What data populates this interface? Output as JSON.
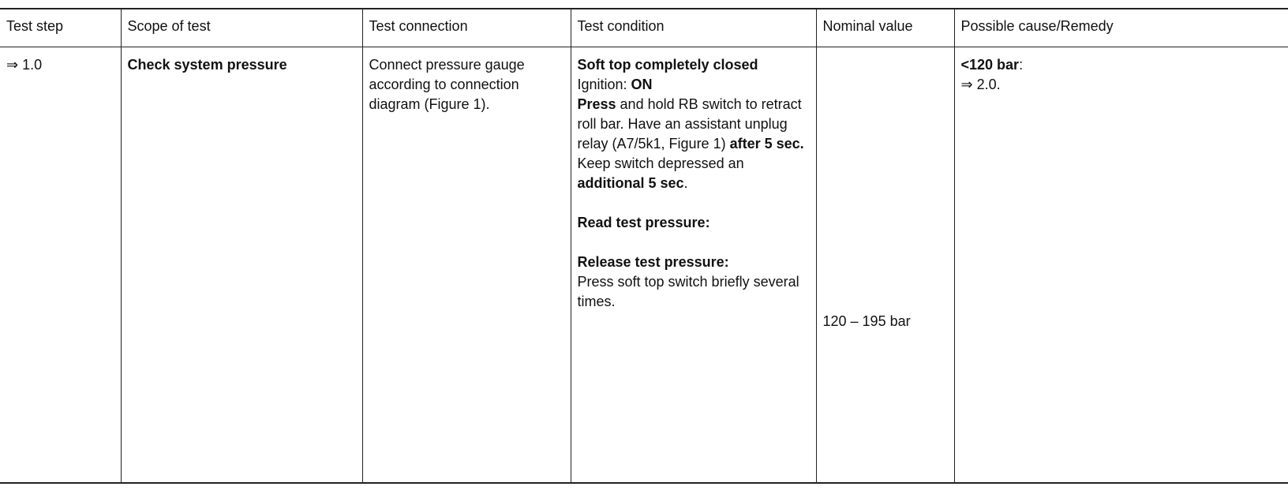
{
  "headers": {
    "test_step": "Test step",
    "scope": "Scope of test",
    "connection": "Test connection",
    "condition": "Test condition",
    "nominal": "Nominal value",
    "cause": "Possible cause/Remedy"
  },
  "row": {
    "step": "⇒ 1.0",
    "scope": "Check system pressure",
    "connection": "Connect pressure gauge according to connection diagram (Figure 1).",
    "condition": {
      "soft_top": "Soft top completely closed",
      "ignition_label": "Ignition: ",
      "ignition_value": "ON",
      "press": "Press",
      "press_rest": " and hold RB switch to retract roll bar. Have an assistant unplug relay (A7/5k1, Figure 1) ",
      "after": "after 5 sec.",
      "keep": " Keep switch depressed an ",
      "additional": "additional 5 sec",
      "period": ".",
      "read": "Read test pressure:",
      "release": "Release test pressure:",
      "release_rest": "Press soft top switch briefly several times."
    },
    "nominal": "120 – 195 bar",
    "cause": {
      "threshold": "<120 bar",
      "colon": ":",
      "remedy": "⇒ 2.0."
    }
  }
}
